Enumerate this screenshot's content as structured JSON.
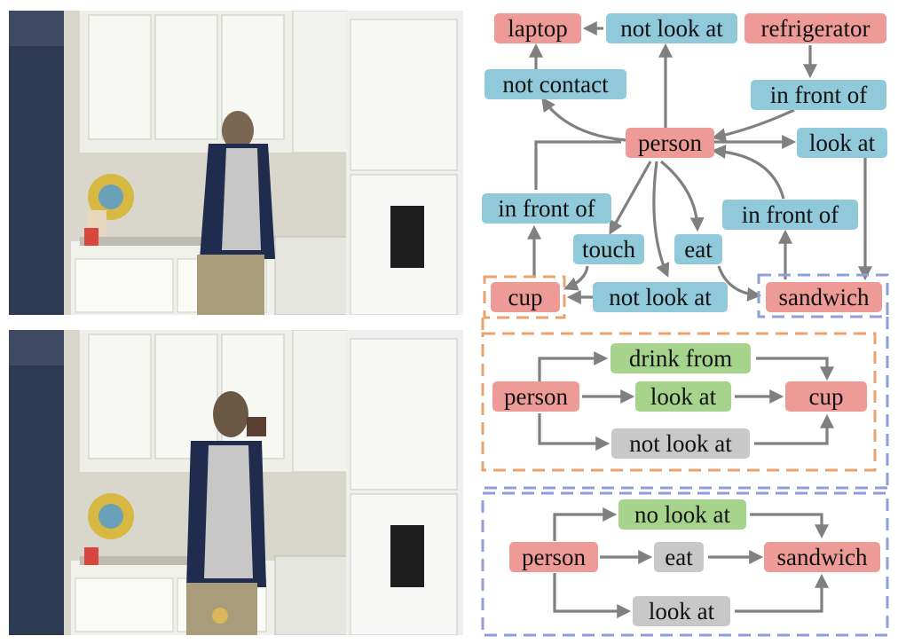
{
  "colors": {
    "object_node": "#ee9b98",
    "relation_node": "#8fc9da",
    "positive_relation_node": "#a6d48d",
    "negative_relation_node": "#c8c8c8",
    "arrow": "#808080",
    "cup_box": "#e8a36e",
    "sandwich_box": "#8f9ed8"
  },
  "frames": [
    {
      "scene": "kitchen",
      "person_action": "eating"
    },
    {
      "scene": "kitchen",
      "person_action": "drinking"
    }
  ],
  "scene_graph": {
    "laptop": "laptop",
    "not_look_at_top": "not look at",
    "refrigerator": "refrigerator",
    "not_contact": "not contact",
    "in_front_of_fridge": "in front of",
    "person": "person",
    "look_at": "look at",
    "in_front_of_cup": "in front of",
    "in_front_of_sandwich": "in front of",
    "touch": "touch",
    "eat": "eat",
    "cup": "cup",
    "not_look_at_cup": "not look at",
    "sandwich": "sandwich"
  },
  "cup_graph": {
    "person": "person",
    "drink_from": "drink from",
    "look_at": "look at",
    "not_look_at": "not look at",
    "cup": "cup"
  },
  "sandwich_graph": {
    "person": "person",
    "no_look_at": "no look at",
    "eat": "eat",
    "look_at": "look at",
    "sandwich": "sandwich"
  }
}
